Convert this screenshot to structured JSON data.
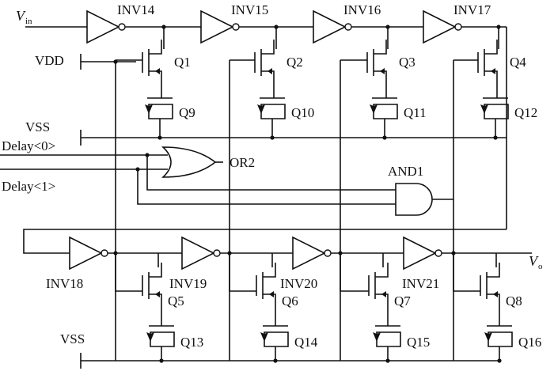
{
  "signals": {
    "vin_main": "V",
    "vin_sub": "in",
    "vo_main": "V",
    "vo_sub": "o",
    "vdd": "VDD",
    "vss_top": "VSS",
    "vss_bottom": "VSS",
    "delay0": "Delay<0>",
    "delay1": "Delay<1>"
  },
  "gates": {
    "or2": "OR2",
    "and1": "AND1"
  },
  "top_stages": [
    {
      "inverter": "INV14",
      "pmos": "Q1",
      "nmos": "Q9"
    },
    {
      "inverter": "INV15",
      "pmos": "Q2",
      "nmos": "Q10"
    },
    {
      "inverter": "INV16",
      "pmos": "Q3",
      "nmos": "Q11"
    },
    {
      "inverter": "INV17",
      "pmos": "Q4",
      "nmos": "Q12"
    }
  ],
  "bottom_stages": [
    {
      "inverter": "INV18",
      "pmos": "Q5",
      "nmos": "Q13"
    },
    {
      "inverter": "INV19",
      "pmos": "Q6",
      "nmos": "Q14"
    },
    {
      "inverter": "INV20",
      "pmos": "Q7",
      "nmos": "Q15"
    },
    {
      "inverter": "INV21",
      "pmos": "Q8",
      "nmos": "Q16"
    }
  ]
}
